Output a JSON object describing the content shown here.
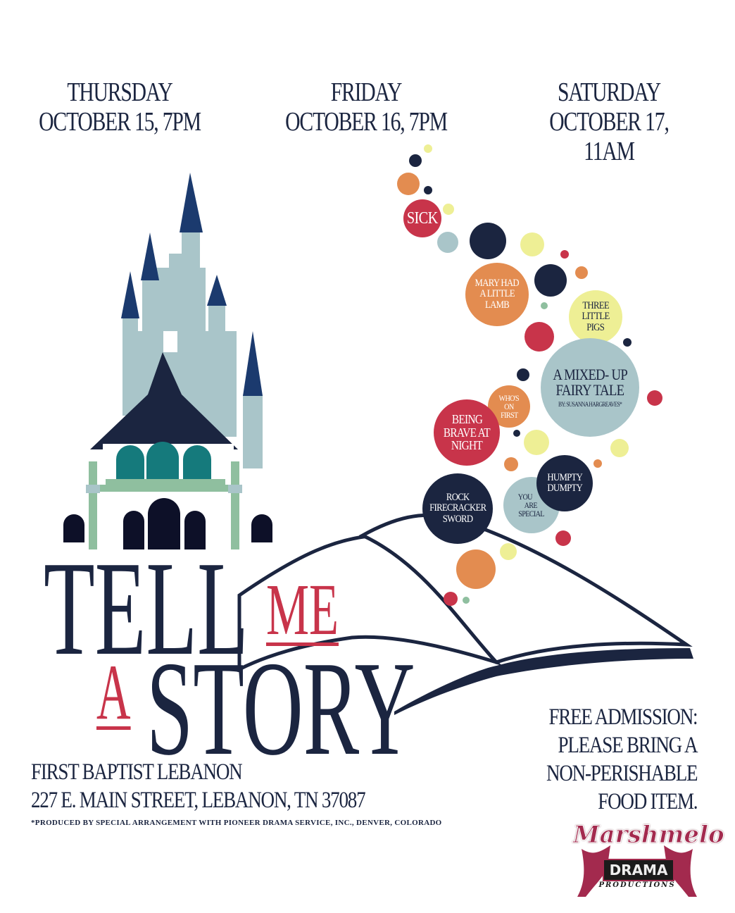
{
  "colors": {
    "navy": "#1b2540",
    "red": "#c8344a",
    "orange": "#e38c50",
    "light_blue": "#a9c5c9",
    "yellow": "#eeef95",
    "teal": "#157a7c",
    "green": "#8fbf9f"
  },
  "dates": [
    {
      "day": "THURSDAY",
      "date": "OCTOBER 15, 7PM"
    },
    {
      "day": "FRIDAY",
      "date": "OCTOBER 16, 7PM"
    },
    {
      "day": "SATURDAY",
      "date": "OCTOBER 17, 11AM"
    }
  ],
  "bubbles": {
    "sick": [
      "SICK"
    ],
    "mary": [
      "MARY HAD",
      "A LITTLE",
      "LAMB"
    ],
    "pigs": [
      "THREE",
      "LITTLE",
      "PIGS"
    ],
    "main": [
      "A MIXED- UP",
      "FAIRY TALE"
    ],
    "main_author": "BY: SUSANNA HARGREAVES*",
    "whos": [
      "WHO'S",
      "ON",
      "FIRST"
    ],
    "brave": [
      "BEING",
      "BRAVE AT",
      "NIGHT"
    ],
    "rock": [
      "ROCK",
      "FIRECRACKER",
      "SWORD"
    ],
    "special": [
      "YOU",
      "ARE",
      "SPECIAL"
    ],
    "humpty": [
      "HUMPTY",
      "DUMPTY"
    ]
  },
  "title": {
    "tell": "TELL",
    "me": "ME",
    "a": "A",
    "story": "STORY"
  },
  "venue": {
    "name": "FIRST BAPTIST LEBANON",
    "address": "227 E. MAIN STREET, LEBANON, TN 37087"
  },
  "credit": "*PRODUCED BY SPECIAL ARRANGEMENT WITH PIONEER DRAMA SERVICE, INC., DENVER, COLORADO",
  "admission": [
    "FREE ADMISSION:",
    "PLEASE BRING A",
    "NON-PERISHABLE",
    "FOOD ITEM."
  ],
  "logo": {
    "script": "Marshmelo",
    "word": "DRAMA",
    "sub": "PRODUCTIONS"
  }
}
